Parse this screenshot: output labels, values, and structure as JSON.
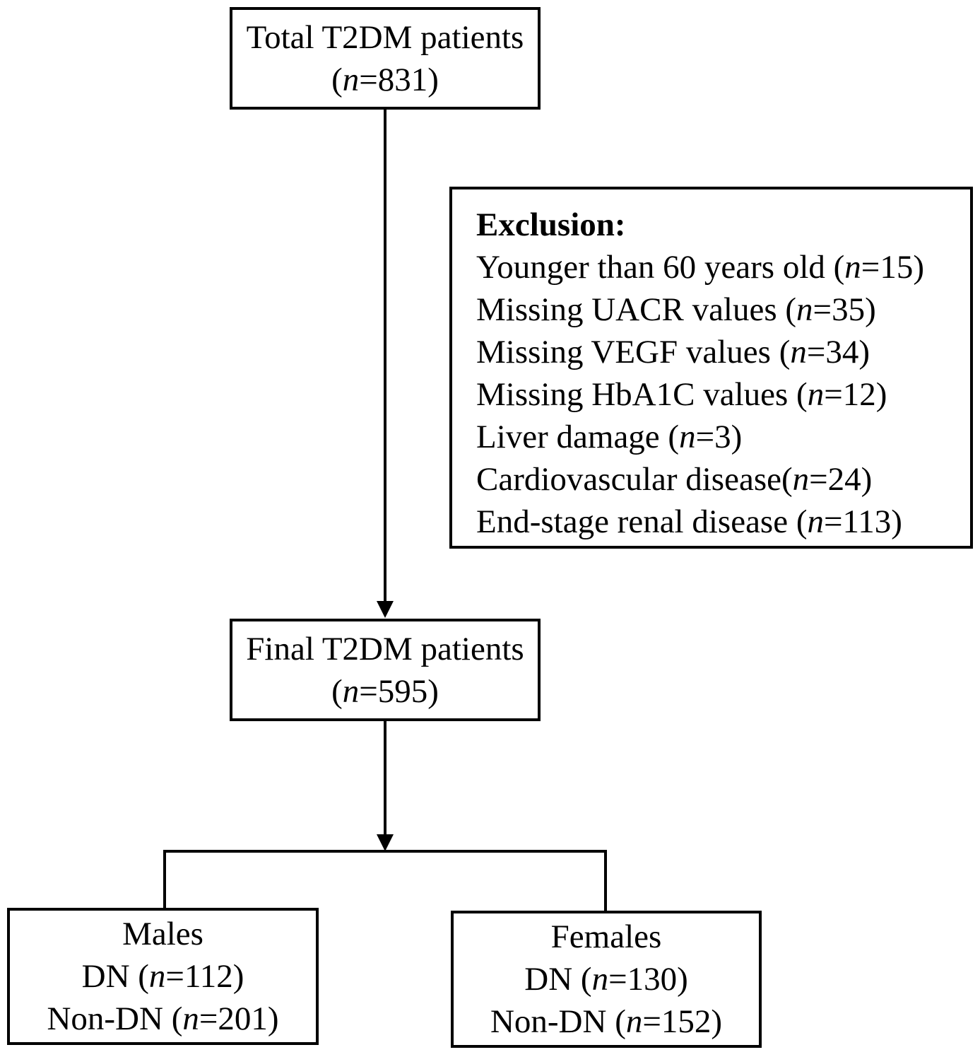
{
  "nodes": {
    "total": {
      "title": "Total T2DM patients",
      "count": "831"
    },
    "exclusion": {
      "heading": "Exclusion:",
      "items": [
        {
          "label": "Younger than 60 years old ",
          "count": "15"
        },
        {
          "label": "Missing UACR values ",
          "count": "35"
        },
        {
          "label": "Missing VEGF values ",
          "count": "34"
        },
        {
          "label": "Missing HbA1C values ",
          "count": "12"
        },
        {
          "label": "Liver damage ",
          "count": "3"
        },
        {
          "label": "Cardiovascular disease",
          "count": "24"
        },
        {
          "label": "End-stage renal disease ",
          "count": "113"
        }
      ]
    },
    "final": {
      "title": "Final T2DM patients",
      "count": "595"
    },
    "males": {
      "title": "Males",
      "dn_label": "DN ",
      "dn_count": "112",
      "non_dn_label": "Non-DN ",
      "non_dn_count": "201"
    },
    "females": {
      "title": "Females",
      "dn_label": "DN ",
      "dn_count": "130",
      "non_dn_label": "Non-DN ",
      "non_dn_count": "152"
    }
  },
  "n_symbol": "n",
  "edges": [
    {
      "from": "total",
      "to": "final"
    },
    {
      "from": "final",
      "to": "males"
    },
    {
      "from": "final",
      "to": "females"
    }
  ]
}
